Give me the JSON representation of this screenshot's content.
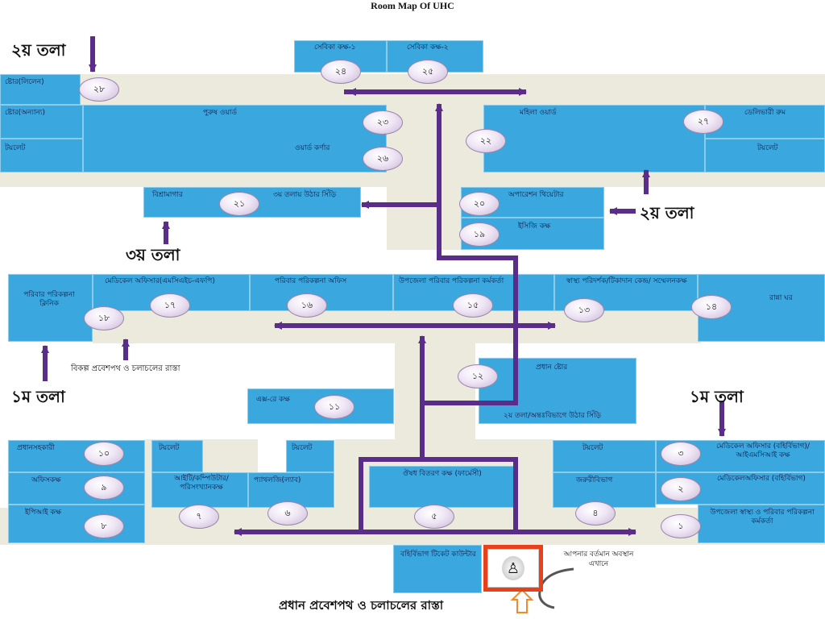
{
  "title": "Room Map Of UHC",
  "floor_labels": {
    "second_top_left": "২য় তলা",
    "second_right": "২য় তলা",
    "third": "৩য় তলা",
    "first_left": "১ম তলা",
    "first_right": "১ম তলা"
  },
  "alt_entrance": "বিকল্প প্রবেশপথ ও চলাচলের রাস্তা",
  "main_entrance": "প্রধান প্রবেশপথ ও চলাচলের রাস্তা",
  "you_are_here": "আপনার বর্তমান অবস্থান এখানে",
  "stairs_to_third": "৩য় তলায় উঠার সিঁড়ি",
  "stairs_to_second": "২য় তলা/অন্তঃবিভাগে উঠার সিঁড়ি",
  "rooms": {
    "r24": {
      "num": "২৪",
      "label": "সেবিকা কক্ষ-১"
    },
    "r25": {
      "num": "২৫",
      "label": "সেবিকা কক্ষ-২"
    },
    "r28": {
      "num": "২৮",
      "label": "ষ্টোর(লিলেন)"
    },
    "store_other": {
      "label": "ষ্টোর(অন্যান্য)"
    },
    "toilet_2l": {
      "label": "টয়লেট"
    },
    "r23": {
      "num": "২৩",
      "label": "পুরুষ ওয়ার্ড"
    },
    "r26": {
      "num": "২৬",
      "label": "ওয়ার্ড কর্ণার"
    },
    "r22": {
      "num": "২২",
      "label": "মহিলা ওয়ার্ড"
    },
    "r27": {
      "num": "২৭",
      "label": "ডেলিভারী রুম"
    },
    "toilet_2r": {
      "label": "টয়লেট"
    },
    "r21": {
      "num": "২১",
      "label": "বিশ্রামাগার"
    },
    "r20": {
      "num": "২০",
      "label": "অপারেশন থিয়েটার"
    },
    "r19": {
      "num": "১৯",
      "label": "ইসিজি কক্ষ"
    },
    "r18": {
      "num": "১৮",
      "label": "পরিবার পরিকল্পনা ক্লিনিক"
    },
    "r17": {
      "num": "১৭",
      "label": "মেডিকেল অফিসার(এমসিএইচ-এফপি)"
    },
    "r16": {
      "num": "১৬",
      "label": "পরিবার পরিকল্পনা অফিস"
    },
    "r15": {
      "num": "১৫",
      "label": "উপজেলা পরিবার পরিকল্পনা কর্মকর্তা"
    },
    "r13": {
      "num": "১৩",
      "label": "স্বাস্থ্য পরিদর্শক/টিকাদান কেন্দ্র/ সম্মেলনকক্ষ"
    },
    "r14": {
      "num": "১৪",
      "label": "রান্না ঘর"
    },
    "r12": {
      "num": "১২",
      "label": "প্রধান ষ্টোর"
    },
    "r11": {
      "num": "১১",
      "label": "এক্স-রে কক্ষ"
    },
    "r10": {
      "num": "১০",
      "label": "প্রধানসহকারী"
    },
    "r9": {
      "num": "৯",
      "label": "অফিসকক্ষ"
    },
    "r8": {
      "num": "৮",
      "label": "ইপিআই কক্ষ"
    },
    "toilet_1a": {
      "label": "টয়লেট"
    },
    "toilet_1b": {
      "label": "টয়লেট"
    },
    "toilet_1c": {
      "label": "টয়লেট"
    },
    "r7": {
      "num": "৭",
      "label": "আইটি/কম্পিউটার/ পরিসংখ্যানকক্ষ"
    },
    "r6": {
      "num": "৬",
      "label": "প্যাথলজি(ল্যাব)"
    },
    "r5": {
      "num": "৫",
      "label": "ঔষধ বিতরণ কক্ষ (ফার্মেসী)"
    },
    "r4": {
      "num": "৪",
      "label": "জরুরীবিভাগ"
    },
    "r3": {
      "num": "৩",
      "label": "মেডিকেল অফিসার (বহির্বিভাগ)/আইএমসিআই কক্ষ"
    },
    "r2": {
      "num": "২",
      "label": "মেডিকেলঅফিসার (বহির্বিভাগ)"
    },
    "r1": {
      "num": "১",
      "label": "উপজেলা স্বাস্থ্য ও পরিবার পরিকল্পনা কর্মকর্তা"
    },
    "ticket": {
      "label": "বহির্বিভাগ টিকেট কাউন্টার"
    }
  },
  "colors": {
    "room": "#3aa7de",
    "hall": "#ece9dd",
    "path": "#5b2d8a",
    "text": "#0d1a4a",
    "marker": "#e8401c"
  }
}
